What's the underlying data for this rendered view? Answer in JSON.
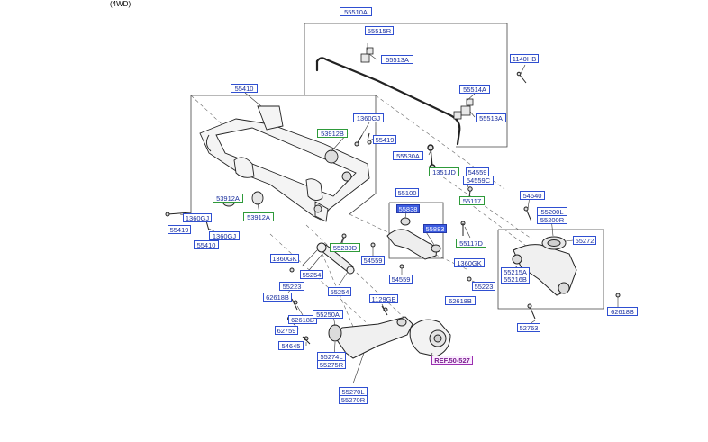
{
  "header": {
    "note": "(4WD)"
  },
  "colors": {
    "label_border": "#2f4fd1",
    "label_text": "#1a2f9e",
    "green_border": "#2e9a3a",
    "highlight": "#3c5ce0",
    "ref": "#9b2fb0"
  },
  "labels": {
    "l55510A": "55510A",
    "l55515R": "55515R",
    "l55513A_a": "55513A",
    "l1140HB": "1140HB",
    "l55514A": "55514A",
    "l55513A_b": "55513A",
    "l55410": "55410",
    "l1360GJ_a": "1360GJ",
    "l53912B": "53912B",
    "l55419_a": "55419",
    "l55530A": "55530A",
    "l1351JD": "1351JD",
    "l54559_a": "54559",
    "l54559C": "54559C",
    "l55117": "55117",
    "l53912A_a": "53912A",
    "l53912A_b": "53912A",
    "l1360GJ_b": "1360GJ",
    "l55419_b": "55419",
    "l1360GJ_c": "1360GJ",
    "l55410_b": "55410",
    "l55100": "55100",
    "l55838": "55838",
    "l55883": "55883",
    "l55230D": "55230D",
    "l55117D": "55117D",
    "l54640": "54640",
    "l55200L": "55200L",
    "l55200R": "55200R",
    "l55272": "55272",
    "l1360GK_a": "1360GK",
    "l55254_a": "55254",
    "l54559_b": "54559",
    "l1360GK_b": "1360GK",
    "l55223_a": "55223",
    "l55215A": "55215A",
    "l55215B": "55216B",
    "l54559_c": "54559",
    "l55223_b": "55223",
    "l62618B_a": "62618B",
    "l55254_b": "55254",
    "l62618B_b": "62618B",
    "l1129GE": "1129GE",
    "l62618B_c": "62618B",
    "l55250A": "55250A",
    "l62618B_d": "62618B",
    "l62759": "62759",
    "l52763": "52763",
    "l54645": "54645",
    "l55274L": "55274L",
    "l55275R": "55275R",
    "lREF": "REF.50-527",
    "l55270L": "55270L",
    "l55270R": "55270R"
  }
}
